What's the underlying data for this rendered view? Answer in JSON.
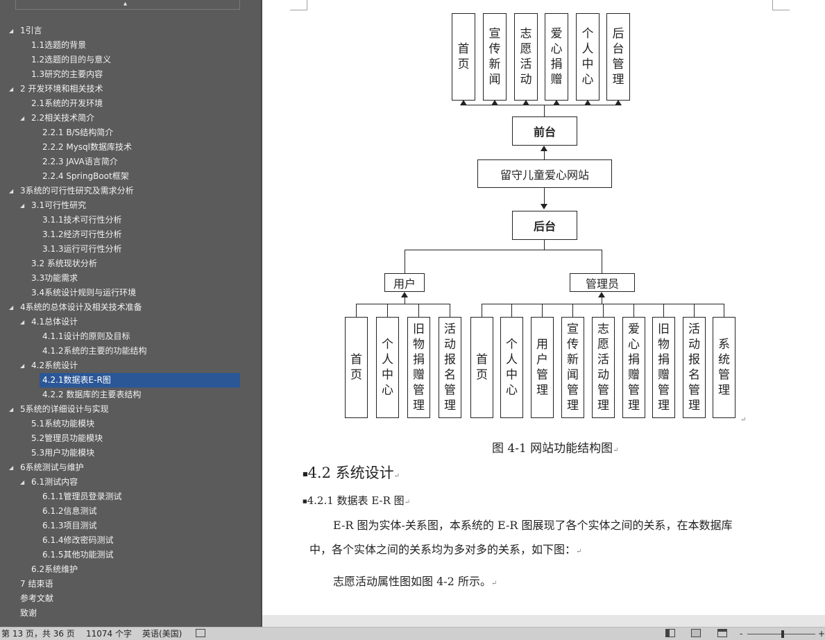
{
  "nav": {
    "collapse_glyph": "▴",
    "items": [
      {
        "label": "1引言",
        "level": 0,
        "expanded": true
      },
      {
        "label": "1.1选题的背景",
        "level": 1
      },
      {
        "label": "1.2选题的目的与意义",
        "level": 1
      },
      {
        "label": "1.3研究的主要内容",
        "level": 1
      },
      {
        "label": "2 开发环境和相关技术",
        "level": 0,
        "expanded": true
      },
      {
        "label": "2.1系统的开发环境",
        "level": 1
      },
      {
        "label": "2.2相关技术简介",
        "level": 1,
        "expanded": true
      },
      {
        "label": "2.2.1 B/S结构简介",
        "level": 2
      },
      {
        "label": "2.2.2 Mysql数据库技术",
        "level": 2
      },
      {
        "label": "2.2.3 JAVA语言简介",
        "level": 2
      },
      {
        "label": "2.2.4 SpringBoot框架",
        "level": 2
      },
      {
        "label": "3系统的可行性研究及需求分析",
        "level": 0,
        "expanded": true
      },
      {
        "label": "3.1可行性研究",
        "level": 1,
        "expanded": true
      },
      {
        "label": "3.1.1技术可行性分析",
        "level": 2
      },
      {
        "label": "3.1.2经济可行性分析",
        "level": 2
      },
      {
        "label": "3.1.3运行可行性分析",
        "level": 2
      },
      {
        "label": "3.2 系统现状分析",
        "level": 1
      },
      {
        "label": "3.3功能需求",
        "level": 1
      },
      {
        "label": "3.4系统设计规则与运行环境",
        "level": 1
      },
      {
        "label": "4系统的总体设计及相关技术准备",
        "level": 0,
        "expanded": true
      },
      {
        "label": "4.1总体设计",
        "level": 1,
        "expanded": true
      },
      {
        "label": "4.1.1设计的原则及目标",
        "level": 2
      },
      {
        "label": "4.1.2系统的主要的功能结构",
        "level": 2
      },
      {
        "label": "4.2系统设计",
        "level": 1,
        "expanded": true
      },
      {
        "label": "4.2.1数据表E-R图",
        "level": 2,
        "selected": true
      },
      {
        "label": "4.2.2 数据库的主要表结构",
        "level": 2
      },
      {
        "label": "5系统的详细设计与实现",
        "level": 0,
        "expanded": true
      },
      {
        "label": "5.1系统功能模块",
        "level": 1
      },
      {
        "label": "5.2管理员功能模块",
        "level": 1
      },
      {
        "label": "5.3用户功能模块",
        "level": 1
      },
      {
        "label": "6系统测试与维护",
        "level": 0,
        "expanded": true
      },
      {
        "label": "6.1测试内容",
        "level": 1,
        "expanded": true
      },
      {
        "label": "6.1.1管理员登录测试",
        "level": 2
      },
      {
        "label": "6.1.2信息测试",
        "level": 2
      },
      {
        "label": "6.1.3项目测试",
        "level": 2
      },
      {
        "label": "6.1.4修改密码测试",
        "level": 2
      },
      {
        "label": "6.1.5其他功能测试",
        "level": 2
      },
      {
        "label": "6.2系统维护",
        "level": 1
      },
      {
        "label": "7 结束语",
        "level": 0
      },
      {
        "label": "参考文献",
        "level": 0
      },
      {
        "label": "致谢",
        "level": 0
      }
    ]
  },
  "diagram": {
    "front_modules": [
      "首页",
      "宣传新闻",
      "志愿活动",
      "爱心捐赠",
      "个人中心",
      "后台管理"
    ],
    "front_label": "前台",
    "site_label": "留守儿童爱心网站",
    "back_label": "后台",
    "user_label": "用户",
    "admin_label": "管理员",
    "user_modules": [
      "首页",
      "个人中心",
      "旧物捐赠管理",
      "活动报名管理"
    ],
    "admin_modules": [
      "首页",
      "个人中心",
      "用户管理",
      "宣传新闻管理",
      "志愿活动管理",
      "爱心捐赠管理",
      "旧物捐赠管理",
      "活动报名管理",
      "系统管理"
    ]
  },
  "document": {
    "figure_caption": "图 4-1 网站功能结构图",
    "section_heading": "4.2 系统设计",
    "subsection_heading": "4.2.1 数据表 E-R 图",
    "para1_line1": "E-R 图为实体-关系图，本系统的 E-R 图展现了各个实体之间的关系，在本数据库",
    "para1_line2": "中，各个实体之间的关系均为多对多的关系，如下图：",
    "para2": "志愿活动属性图如图 4-2 所示。",
    "paragraph_mark": "↵"
  },
  "status_bar": {
    "page": "第 13 页，共 36 页",
    "words": "11074 个字",
    "language": "英语(美国)",
    "zoom_minus": "-",
    "zoom_plus": "+",
    "zoom_level": 0.5
  }
}
